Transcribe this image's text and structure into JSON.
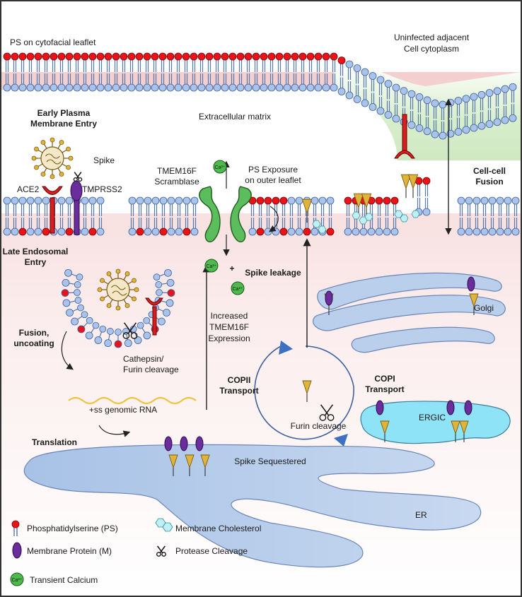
{
  "labels": {
    "ps_cytofacial": "PS on cytofacial leaflet",
    "uninfected_line1": "Uninfected adjacent",
    "uninfected_line2": "Cell cytoplasm",
    "early_entry_line1": "Early Plasma",
    "early_entry_line2": "Membrane Entry",
    "extracellular": "Extracellular matrix",
    "spike": "Spike",
    "ace2": "ACE2",
    "tmprss2": "TMPRSS2",
    "tmem16f_line1": "TMEM16F",
    "tmem16f_line2": "Scramblase",
    "ps_exposure_line1": "PS Exposure",
    "ps_exposure_line2": "on outer leaflet",
    "cell_fusion_line1": "Cell-cell",
    "cell_fusion_line2": "Fusion",
    "late_entry_line1": "Late Endosomal",
    "late_entry_line2": "Entry",
    "plus": "+",
    "spike_leakage": "Spike leakage",
    "increased_line1": "Increased",
    "increased_line2": "TMEM16F",
    "increased_line3": "Expression",
    "golgi": "Golgi",
    "fusion_line1": "Fusion,",
    "fusion_line2": "uncoating",
    "cathepsin_line1": "Cathepsin/",
    "cathepsin_line2": "Furin cleavage",
    "copii_line1": "COPII",
    "copii_line2": "Transport",
    "copi_line1": "COPI",
    "copi_line2": "Transport",
    "genomic_rna": "+ss genomic RNA",
    "furin_cleavage": "Furin cleavage",
    "ergic": "ERGIC",
    "translation": "Translation",
    "spike_sequestered": "Spike Sequestered",
    "er": "ER",
    "calcium_symbol": "Ca²⁺"
  },
  "legend": {
    "ps": "Phosphatidylserine (PS)",
    "cholesterol": "Membrane Cholesterol",
    "protein_m": "Membrane Protein (M)",
    "protease": "Protease Cleavage",
    "calcium": "Transient Calcium"
  },
  "colors": {
    "ps_head": "#e8141a",
    "lipid_head": "#a9c3ea",
    "lipid_outline": "#3d5f9e",
    "tail": "#5577aa",
    "protein_m": "#6a2d9c",
    "spike_gold": "#e0b43a",
    "spike_outline": "#7a5a10",
    "tmem16f": "#5bbd5b",
    "calcium": "#4cba4c",
    "cholesterol": "#bff0f5",
    "er_blue": "#b7cdea",
    "ergic_cyan": "#8fe3f7",
    "rna": "#f1c33f",
    "ace2_red": "#d42020",
    "cytoplasm_pink": "#f5dada",
    "uninfected_green": "#d8efd0"
  },
  "icons": {
    "scissors": "scissors-icon",
    "virion": "virion-icon"
  }
}
